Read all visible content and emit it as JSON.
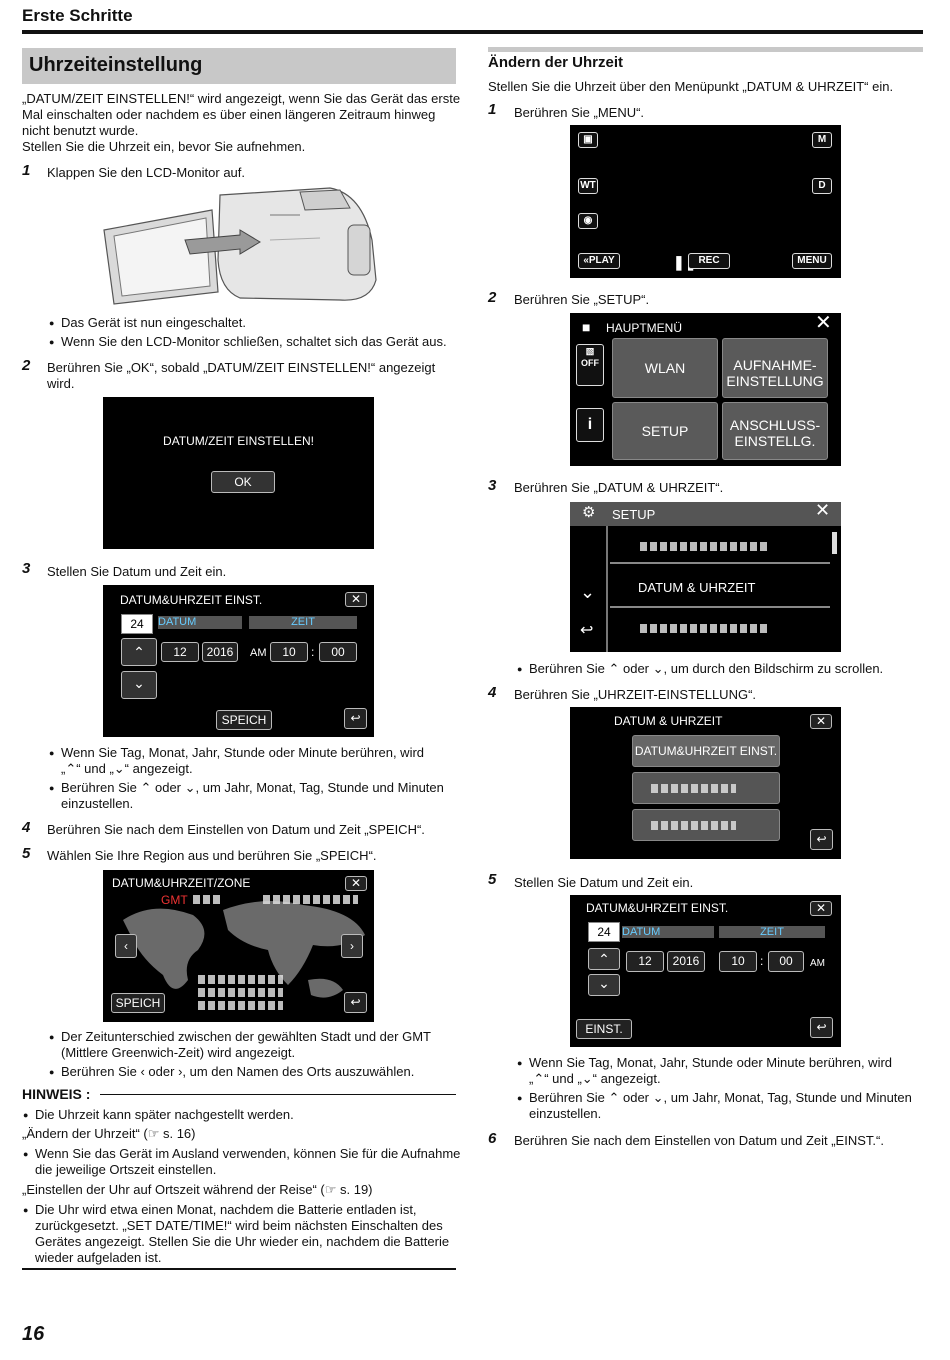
{
  "header": {
    "title": "Erste Schritte"
  },
  "page_number": "16",
  "left": {
    "section_title": "Uhrzeiteinstellung",
    "intro": [
      "„DATUM/ZEIT EINSTELLEN!“ wird angezeigt, wenn Sie das Gerät das erste",
      "Mal einschalten oder nachdem es über einen längeren Zeitraum hinweg",
      "nicht benutzt wurde.",
      "Stellen Sie die Uhrzeit ein, bevor Sie aufnehmen."
    ],
    "step1": {
      "n": "1",
      "text": "Klappen Sie den LCD-Monitor auf."
    },
    "bullets1": [
      "Das Gerät ist nun eingeschaltet.",
      "Wenn Sie den LCD-Monitor schließen, schaltet sich das Gerät aus."
    ],
    "step2": {
      "n": "2",
      "text1": "Berühren Sie „OK“, sobald „DATUM/ZEIT EINSTELLEN!“ angezeigt",
      "text2": "wird."
    },
    "screen_ok": {
      "title": "DATUM/ZEIT EINSTELLEN!",
      "ok": "OK"
    },
    "step3": {
      "n": "3",
      "text": "Stellen Sie Datum und Zeit ein."
    },
    "screen_date": {
      "title": "DATUM&UHRZEIT EINST.",
      "day": "24",
      "datum": "DATUM",
      "zeit": "ZEIT",
      "month": "12",
      "year": "2016",
      "am": "AM",
      "hour": "10",
      "minute": "00",
      "save": "SPEICH"
    },
    "bullets3": [
      "Wenn Sie Tag, Monat, Jahr, Stunde oder Minute berühren, wird",
      "„⌃“ und „⌄“ angezeigt.",
      "Berühren Sie ⌃ oder ⌄, um Jahr, Monat, Tag, Stunde und Minuten",
      "einzustellen."
    ],
    "step4": {
      "n": "4",
      "text": "Berühren Sie nach dem Einstellen von Datum und Zeit „SPEICH“."
    },
    "step5": {
      "n": "5",
      "text": "Wählen Sie Ihre Region aus und berühren Sie „SPEICH“."
    },
    "screen_zone": {
      "title": "DATUM&UHRZEIT/ZONE",
      "gmt": "GMT",
      "save": "SPEICH"
    },
    "bullets5": [
      "Der Zeitunterschied zwischen der gewählten Stadt und der GMT",
      "(Mittlere Greenwich-Zeit) wird angezeigt.",
      "Berühren Sie ‹ oder ›, um den Namen des Orts auszuwählen."
    ],
    "hinweis": {
      "title": "HINWEIS :",
      "b1": "Die Uhrzeit kann später nachgestellt werden.",
      "r1": "„Ändern der Uhrzeit“ (☞ s. 16)",
      "b2a": "Wenn Sie das Gerät im Ausland verwenden, können Sie für die Aufnahme",
      "b2b": "die jeweilige Ortszeit einstellen.",
      "r2": "„Einstellen der Uhr auf Ortszeit während der Reise“ (☞ s. 19)",
      "b3a": "Die Uhr wird etwa einen Monat, nachdem die Batterie entladen ist,",
      "b3b": "zurückgesetzt. „SET DATE/TIME!“ wird beim nächsten Einschalten des",
      "b3c": "Gerätes angezeigt. Stellen Sie die Uhr wieder ein, nachdem die Batterie",
      "b3d": "wieder aufgeladen ist."
    }
  },
  "right": {
    "section_title": "Ändern der Uhrzeit",
    "intro": "Stellen Sie die Uhrzeit über den Menüpunkt „DATUM & UHRZEIT“ ein.",
    "step1": {
      "n": "1",
      "text": "Berühren Sie „MENU“."
    },
    "screen_menu": {
      "m": "M",
      "wt": "WT",
      "d": "D",
      "play": "«PLAY",
      "rec": "REC",
      "menu": "MENU"
    },
    "step2": {
      "n": "2",
      "text": "Berühren Sie „SETUP“."
    },
    "screen_main": {
      "title": "HAUPTMENÜ",
      "off": "OFF",
      "wlan": "WLAN",
      "aufn1": "AUFNAHME-",
      "aufn2": "EINSTELLUNG",
      "setup": "SETUP",
      "ansch1": "ANSCHLUSS-",
      "ansch2": "EINSTELLG."
    },
    "step3": {
      "n": "3",
      "text": "Berühren Sie „DATUM & UHRZEIT“."
    },
    "screen_setup": {
      "title": "SETUP",
      "item": "DATUM & UHRZEIT"
    },
    "bullet3": "Berühren Sie ⌃ oder ⌄, um durch den Bildschirm zu scrollen.",
    "step4": {
      "n": "4",
      "text": "Berühren Sie „UHRZEIT-EINSTELLUNG“."
    },
    "screen_du": {
      "title": "DATUM & UHRZEIT",
      "item": "DATUM&UHRZEIT EINST."
    },
    "step5": {
      "n": "5",
      "text": "Stellen Sie Datum und Zeit ein."
    },
    "screen_date": {
      "title": "DATUM&UHRZEIT EINST.",
      "day": "24",
      "datum": "DATUM",
      "zeit": "ZEIT",
      "month": "12",
      "year": "2016",
      "hour": "10",
      "minute": "00",
      "am": "AM",
      "set": "EINST."
    },
    "bullets5": [
      "Wenn Sie Tag, Monat, Jahr, Stunde oder Minute berühren, wird",
      "„⌃“ und „⌄“ angezeigt.",
      "Berühren Sie ⌃ oder ⌄, um Jahr, Monat, Tag, Stunde und Minuten",
      "einzustellen."
    ],
    "step6": {
      "n": "6",
      "text": "Berühren Sie nach dem Einstellen von Datum und Zeit „EINST.“."
    }
  }
}
